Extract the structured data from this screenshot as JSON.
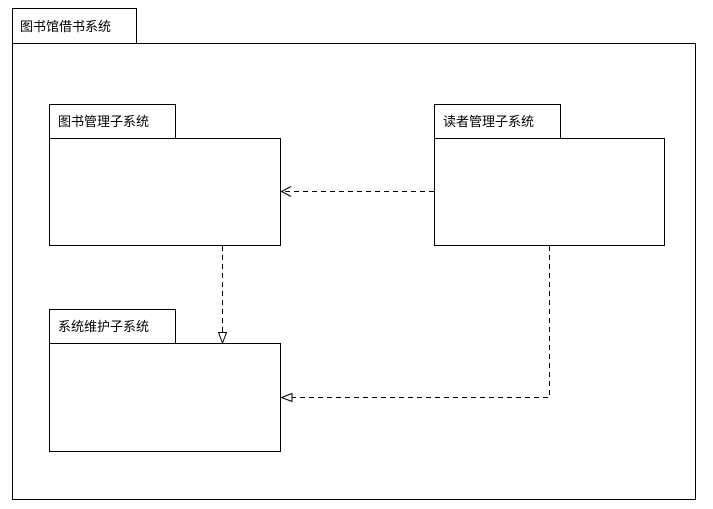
{
  "system": {
    "title": "图书馆借书系统"
  },
  "packages": {
    "book_management": {
      "title": "图书管理子系统"
    },
    "reader_management": {
      "title": "读者管理子系统"
    },
    "system_maintenance": {
      "title": "系统维护子系统"
    }
  },
  "dependencies": [
    {
      "from": "reader_management",
      "to": "book_management",
      "arrow": "open"
    },
    {
      "from": "book_management",
      "to": "system_maintenance",
      "arrow": "hollow-triangle"
    },
    {
      "from": "reader_management",
      "to": "system_maintenance",
      "arrow": "hollow-triangle"
    }
  ]
}
